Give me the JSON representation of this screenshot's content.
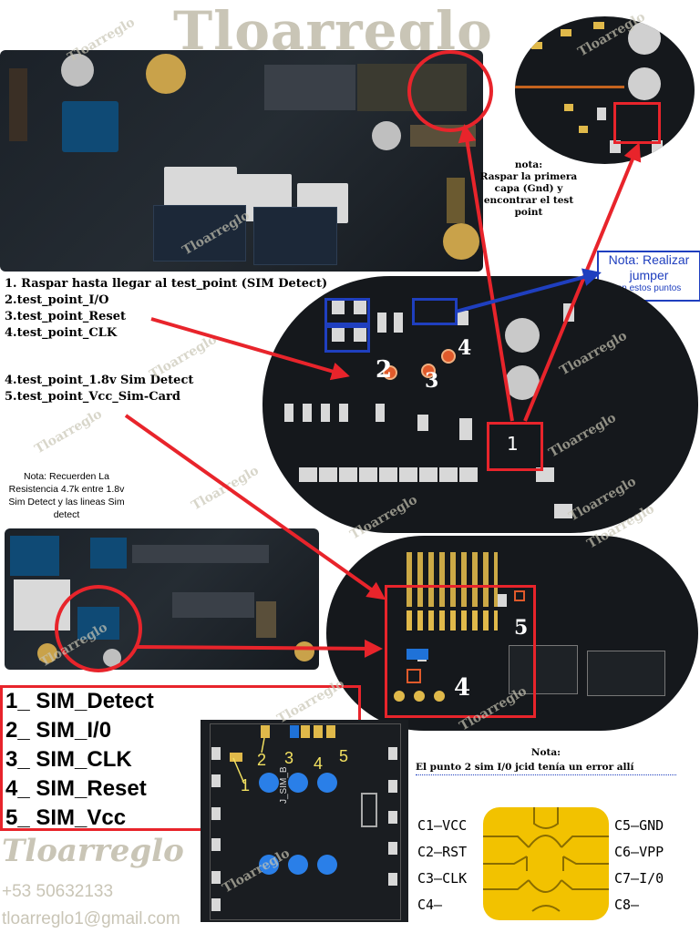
{
  "header": {
    "brand": "Tloarreglo"
  },
  "top_note": {
    "title": "nota:",
    "text": "Raspar la primera capa (Gnd) y encontrar el test point"
  },
  "jumper_note": {
    "line1": "Nota: Realizar",
    "line2": "jumper",
    "line3": "en estos puntos"
  },
  "steps": [
    "1. Raspar hasta llegar al test_point (SIM Detect)",
    "2.test_point_I/O",
    "3.test_point_Reset",
    "4.test_point_CLK",
    "4.test_point_1.8v Sim Detect",
    "5.test_point_Vcc_Sim-Card"
  ],
  "resistor_note": "Nota: Recuerden La Resistencia 4.7k entre 1.8v Sim Detect y las lineas Sim detect",
  "board_labels": {
    "point1": "1",
    "point2": "2",
    "point3": "3",
    "point4": "4",
    "point5": "5",
    "point4b": "4",
    "sim_label": "J_SIM_B",
    "sim_nums": [
      "1",
      "2",
      "3",
      "4",
      "5"
    ]
  },
  "legend": [
    "1_ SIM_Detect",
    "2_ SIM_I/0",
    "3_ SIM_CLK",
    "4_ SIM_Reset",
    "5_ SIM_Vcc"
  ],
  "bottom_note": {
    "title": "Nota:",
    "text": "El punto 2 sim I/0 jcid tenía un error allí"
  },
  "sim_contacts": {
    "left": [
      "C1—VCC",
      "C2—RST",
      "C3—CLK",
      "C4—"
    ],
    "right": [
      "C5—GND",
      "C6—VPP",
      "C7—I/0",
      "C8—"
    ]
  },
  "footer": {
    "brand": "Tloarreglo",
    "phone": "+53 50632133",
    "email": "tloarreglo1@gmail.com"
  },
  "watermark": "Tloarreglo",
  "colors": {
    "accent_red": "#e8242b",
    "accent_blue": "#1f3fbf",
    "brand_gray": "#c9c5b6",
    "sim_gold": "#f2c200"
  }
}
